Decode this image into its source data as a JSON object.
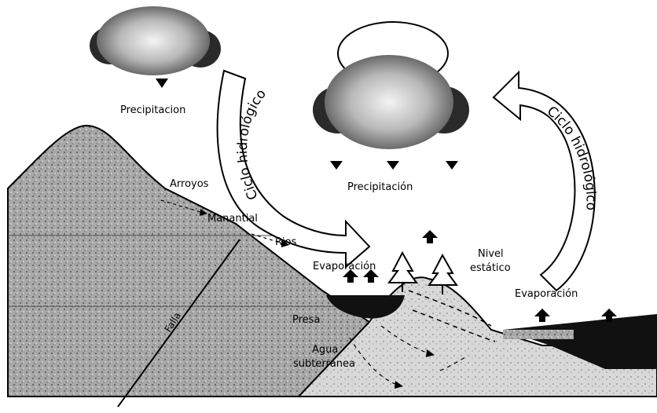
{
  "labels": {
    "precip_left": "Precipitacion",
    "precip_center": "Precipitación",
    "arroyos": "Arroyos",
    "manantial": "Manantial",
    "rios": "Rios",
    "evap_center": "Evaporación",
    "nivel": "Nivel",
    "estatico": "estático",
    "evap_right": "Evaporación",
    "presa": "Presa",
    "falla": "Falla",
    "agua": "Agua",
    "subterranea": "subterránea",
    "ciclo_left": "Ciclo hidrológico",
    "ciclo_right": "Ciclo hidrológico"
  },
  "colors": {
    "ink": "#000000",
    "cloud_dark": "#3a3a3a",
    "cloud_mid": "#bdbdbd",
    "rock": "#9a9a9a",
    "water": "#1a1a1a"
  }
}
